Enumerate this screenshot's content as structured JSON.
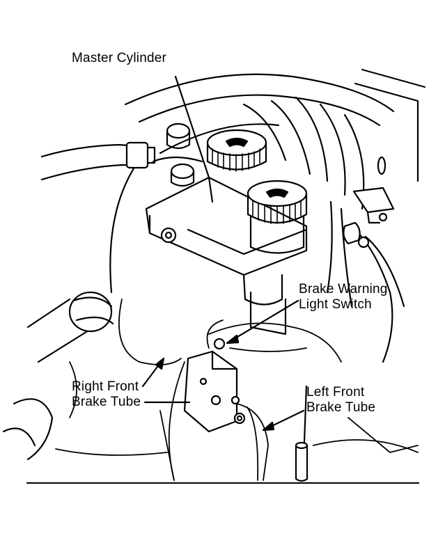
{
  "labels": {
    "master_cylinder": "Master Cylinder",
    "brake_warning_light_switch": "Brake Warning\nLight Switch",
    "right_front_brake_tube": "Right Front\nBrake Tube",
    "left_front_brake_tube": "Left Front\nBrake Tube"
  },
  "colors": {
    "ink": "#000000",
    "paper": "#ffffff"
  }
}
